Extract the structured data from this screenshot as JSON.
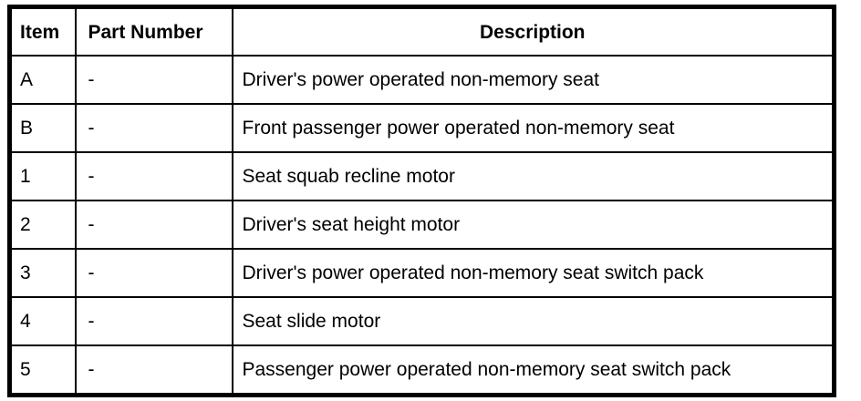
{
  "table": {
    "headers": {
      "item": "Item",
      "part_number": "Part Number",
      "description": "Description"
    },
    "rows": [
      {
        "item": "A",
        "part_number": "-",
        "description": "Driver's power operated non-memory seat"
      },
      {
        "item": "B",
        "part_number": "-",
        "description": "Front passenger power operated non-memory seat"
      },
      {
        "item": "1",
        "part_number": "-",
        "description": "Seat squab recline motor"
      },
      {
        "item": "2",
        "part_number": "-",
        "description": "Driver's seat height motor"
      },
      {
        "item": "3",
        "part_number": "-",
        "description": "Driver's power operated non-memory seat switch pack"
      },
      {
        "item": "4",
        "part_number": "-",
        "description": "Seat slide motor"
      },
      {
        "item": "5",
        "part_number": "-",
        "description": "Passenger power operated non-memory seat switch pack"
      }
    ],
    "colors": {
      "border": "#000000",
      "text": "#000000",
      "background": "#ffffff"
    }
  }
}
